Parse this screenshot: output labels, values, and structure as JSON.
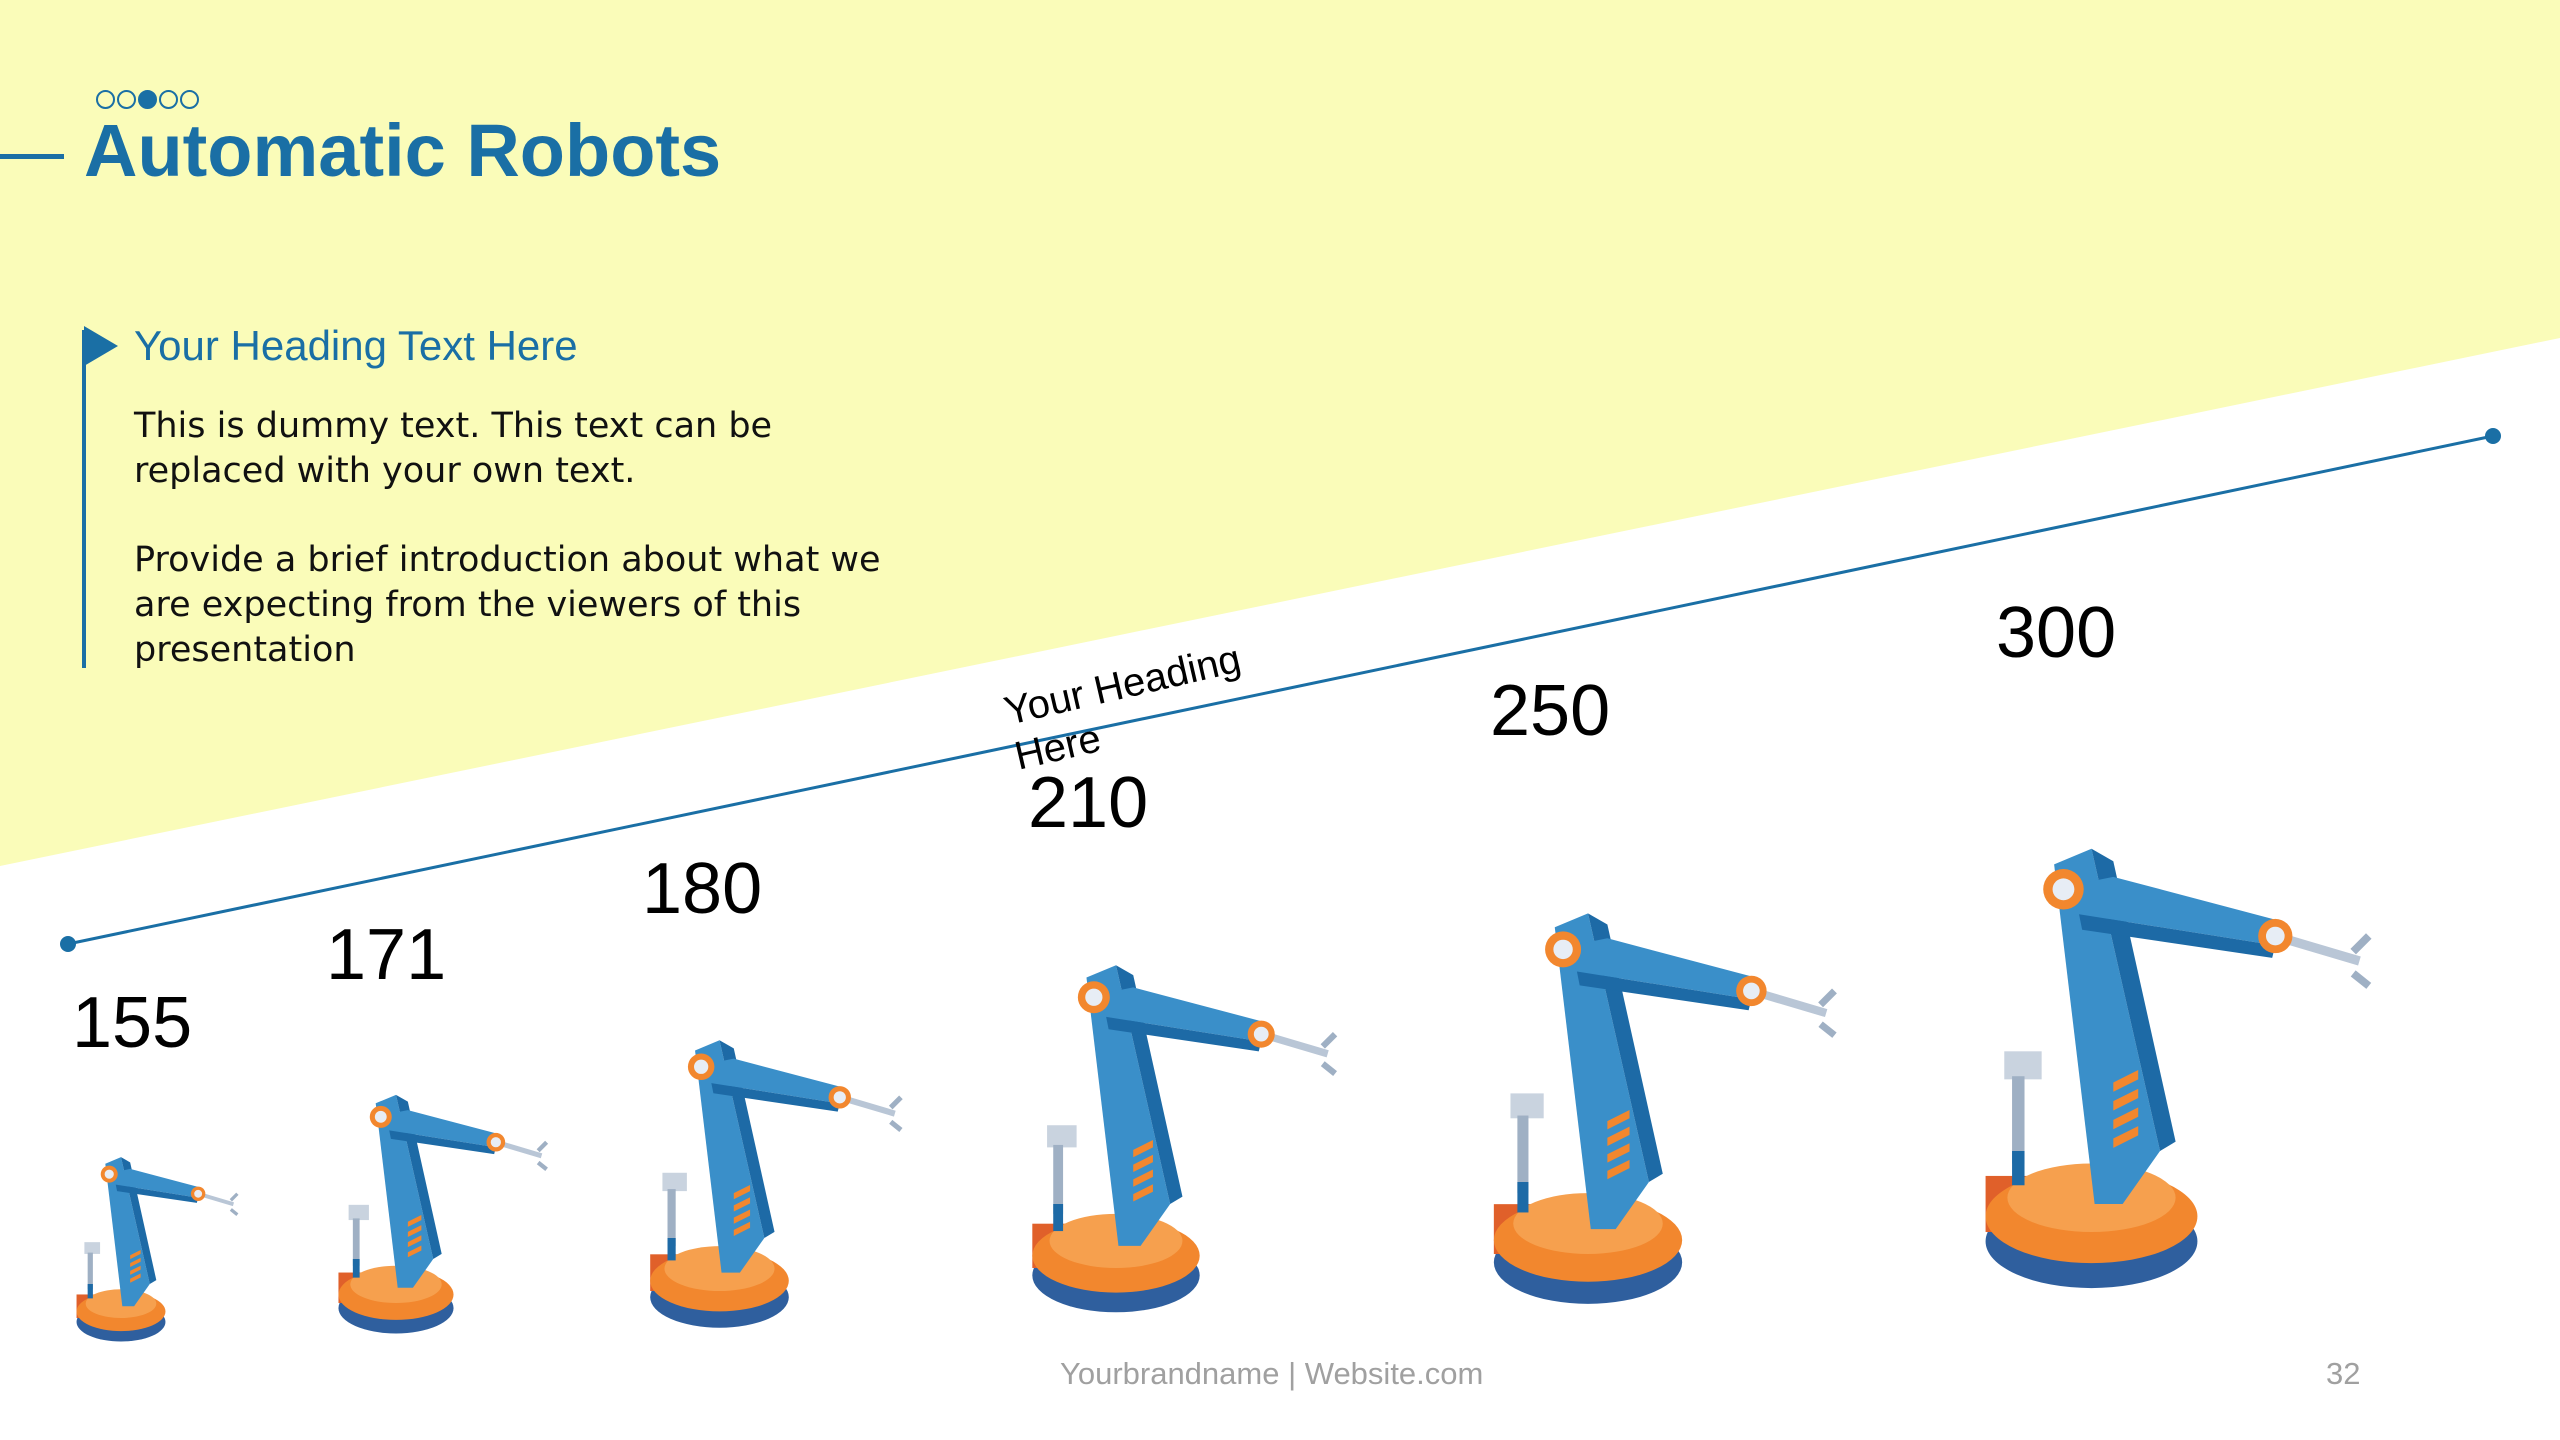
{
  "colors": {
    "accent": "#1a6fa5",
    "band": "#fafcb9",
    "robot_blue": "#3a8fc9",
    "robot_orange": "#f2872e"
  },
  "header": {
    "title": "Automatic Robots",
    "dots": [
      false,
      false,
      true,
      false,
      false
    ]
  },
  "content": {
    "heading": "Your Heading Text Here",
    "paragraph_1": "This is dummy text. This text can be replaced with your own text.",
    "paragraph_2": "Provide a brief introduction about what we are expecting from the viewers of this presentation"
  },
  "timeline": {
    "heading": "Your Heading Here",
    "values": [
      "155",
      "171",
      "180",
      "210",
      "250",
      "300"
    ],
    "item_icon": "robot-arm-icon"
  },
  "footer": {
    "brand": "Yourbrandname | Website.com",
    "page_number": "32"
  }
}
